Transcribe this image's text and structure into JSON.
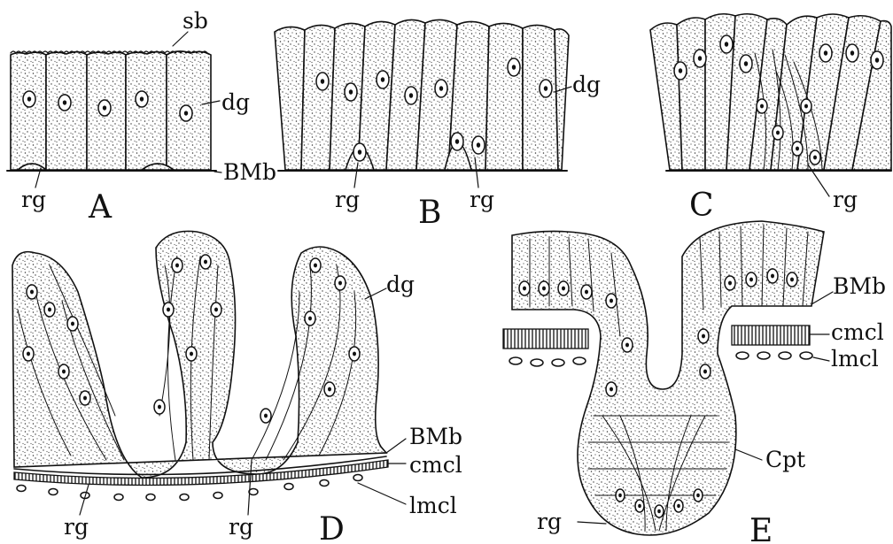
{
  "panels": {
    "A": {
      "letter": "A",
      "labels": {
        "sb": "sb",
        "dg": "dg",
        "bmb": "BMb",
        "rg": "rg"
      }
    },
    "B": {
      "letter": "B",
      "labels": {
        "dg": "dg",
        "rg_left": "rg",
        "rg_right": "rg"
      }
    },
    "C": {
      "letter": "C",
      "labels": {
        "rg": "rg"
      }
    },
    "D": {
      "letter": "D",
      "labels": {
        "dg": "dg",
        "bmb": "BMb",
        "cmcl": "cmcl",
        "lmcl": "lmcl",
        "rg_left": "rg",
        "rg_right": "rg"
      }
    },
    "E": {
      "letter": "E",
      "labels": {
        "bmb": "BMb",
        "cmcl": "cmcl",
        "lmcl": "lmcl",
        "cpt": "Cpt",
        "rg": "rg"
      }
    }
  }
}
